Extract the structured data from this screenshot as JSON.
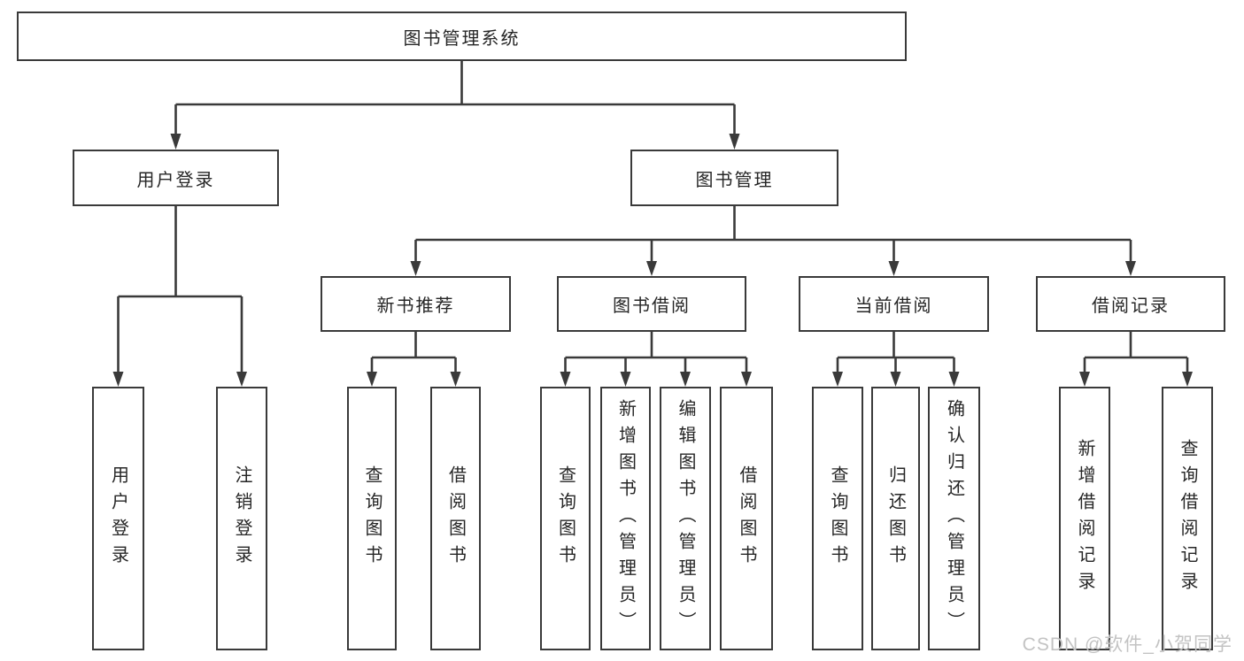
{
  "colors": {
    "line": "#3a3a3a",
    "box_border": "#3a3a3a",
    "box_fill": "#ffffff",
    "text": "#262626",
    "watermark": "#c3c3c3"
  },
  "watermark": {
    "text": "CSDN @软件_小贺同学"
  },
  "diagram": {
    "root": {
      "label": "图书管理系统"
    },
    "user_login": {
      "label": "用户登录",
      "children": [
        {
          "label": "用户登录"
        },
        {
          "label": "注销登录"
        }
      ]
    },
    "book_mgmt": {
      "label": "图书管理",
      "sections": [
        {
          "label": "新书推荐",
          "children": [
            {
              "label": "查询图书"
            },
            {
              "label": "借阅图书"
            }
          ]
        },
        {
          "label": "图书借阅",
          "children": [
            {
              "label": "查询图书"
            },
            {
              "label": "新增图书（管理员）"
            },
            {
              "label": "编辑图书（管理员）"
            },
            {
              "label": "借阅图书"
            }
          ]
        },
        {
          "label": "当前借阅",
          "children": [
            {
              "label": "查询图书"
            },
            {
              "label": "归还图书"
            },
            {
              "label": "确认归还（管理员）"
            }
          ]
        },
        {
          "label": "借阅记录",
          "children": [
            {
              "label": "新增借阅记录"
            },
            {
              "label": "查询借阅记录"
            }
          ]
        }
      ]
    }
  }
}
